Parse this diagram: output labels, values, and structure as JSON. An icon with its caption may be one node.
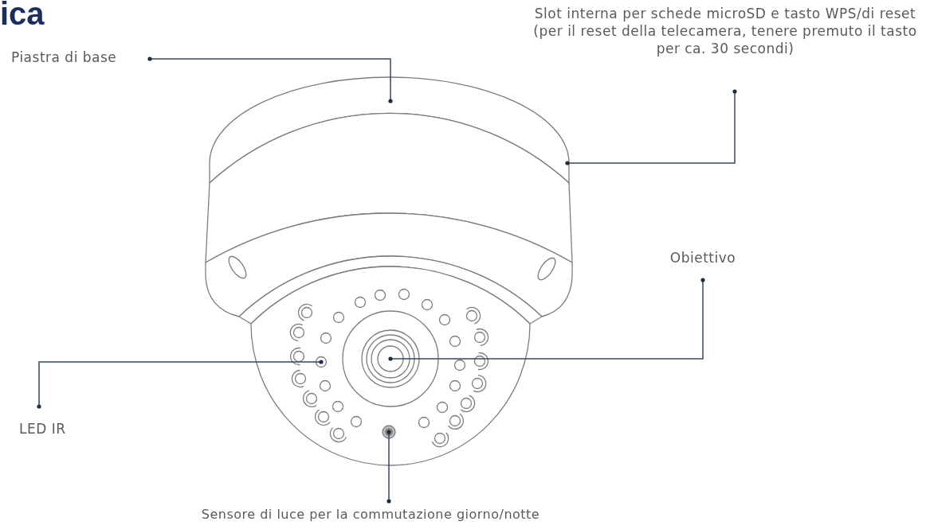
{
  "diagram": {
    "title": "ica",
    "nodes": [
      {
        "text": [
          "Piastra di base"
        ]
      },
      {
        "text": [
          "Slot interna per schede microSD e tasto WPS/di reset (per il reset della telecamera, tenere premuto il tasto per ca. 30 secondi)"
        ]
      },
      {
        "text": [
          "Obiettivo"
        ]
      },
      {
        "text": [
          "LED IR"
        ]
      },
      {
        "text": [
          "Sensore di luce per la commutazione giorno/notte"
        ]
      },
      {
        "text": [],
        "shape": "picture"
      },
      {
        "text": [],
        "shape": "picture"
      },
      {
        "text": [],
        "shape": "circle"
      },
      {
        "text": [],
        "shape": "circle"
      },
      {
        "text": [],
        "shape": "circle"
      },
      {
        "text": [],
        "shape": "circle"
      },
      {
        "text": [],
        "shape": "circle"
      },
      {
        "text": [],
        "shape": "circle"
      },
      {
        "text": [],
        "shape": "circle"
      },
      {
        "text": [],
        "shape": "circle"
      },
      {
        "text": [],
        "shape": "circle"
      },
      {
        "text": [],
        "shape": "circle"
      },
      {
        "text": [],
        "shape": "circle"
      },
      {
        "text": [],
        "shape": "circle"
      },
      {
        "text": [],
        "shape": "circle"
      },
      {
        "text": [],
        "shape": "circle"
      },
      {
        "text": [],
        "shape": "circle"
      },
      {
        "text": [],
        "shape": "circle"
      },
      {
        "text": [],
        "shape": "circle"
      },
      {
        "text": [],
        "shape": "circle"
      },
      {
        "text": [],
        "shape": "circle"
      },
      {
        "text": [],
        "shape": "circle"
      },
      {
        "text": [],
        "shape": "circle"
      },
      {
        "text": [],
        "shape": "circle"
      },
      {
        "text": [],
        "shape": "circle"
      },
      {
        "text": [],
        "shape": "circle"
      },
      {
        "text": [],
        "shape": "circle"
      },
      {
        "text": [],
        "shape": "circle"
      },
      {
        "text": [],
        "shape": "circle"
      },
      {
        "text": [],
        "shape": "circle"
      },
      {
        "text": [],
        "shape": "circle"
      },
      {
        "text": [],
        "shape": "circle"
      },
      {
        "text": [],
        "shape": "circle"
      },
      {
        "text": [],
        "shape": "circle"
      }
    ],
    "edges": [
      {
        "from": 0,
        "to": 5,
        "arrow": "other"
      },
      {
        "from": 1,
        "to": 6,
        "arrow": "other"
      },
      {
        "from": 2,
        "to": 7,
        "arrow": "other"
      },
      {
        "from": 3,
        "to": 14,
        "arrow": "other"
      },
      {
        "from": 4,
        "to": 8,
        "arrow": "other"
      }
    ]
  }
}
